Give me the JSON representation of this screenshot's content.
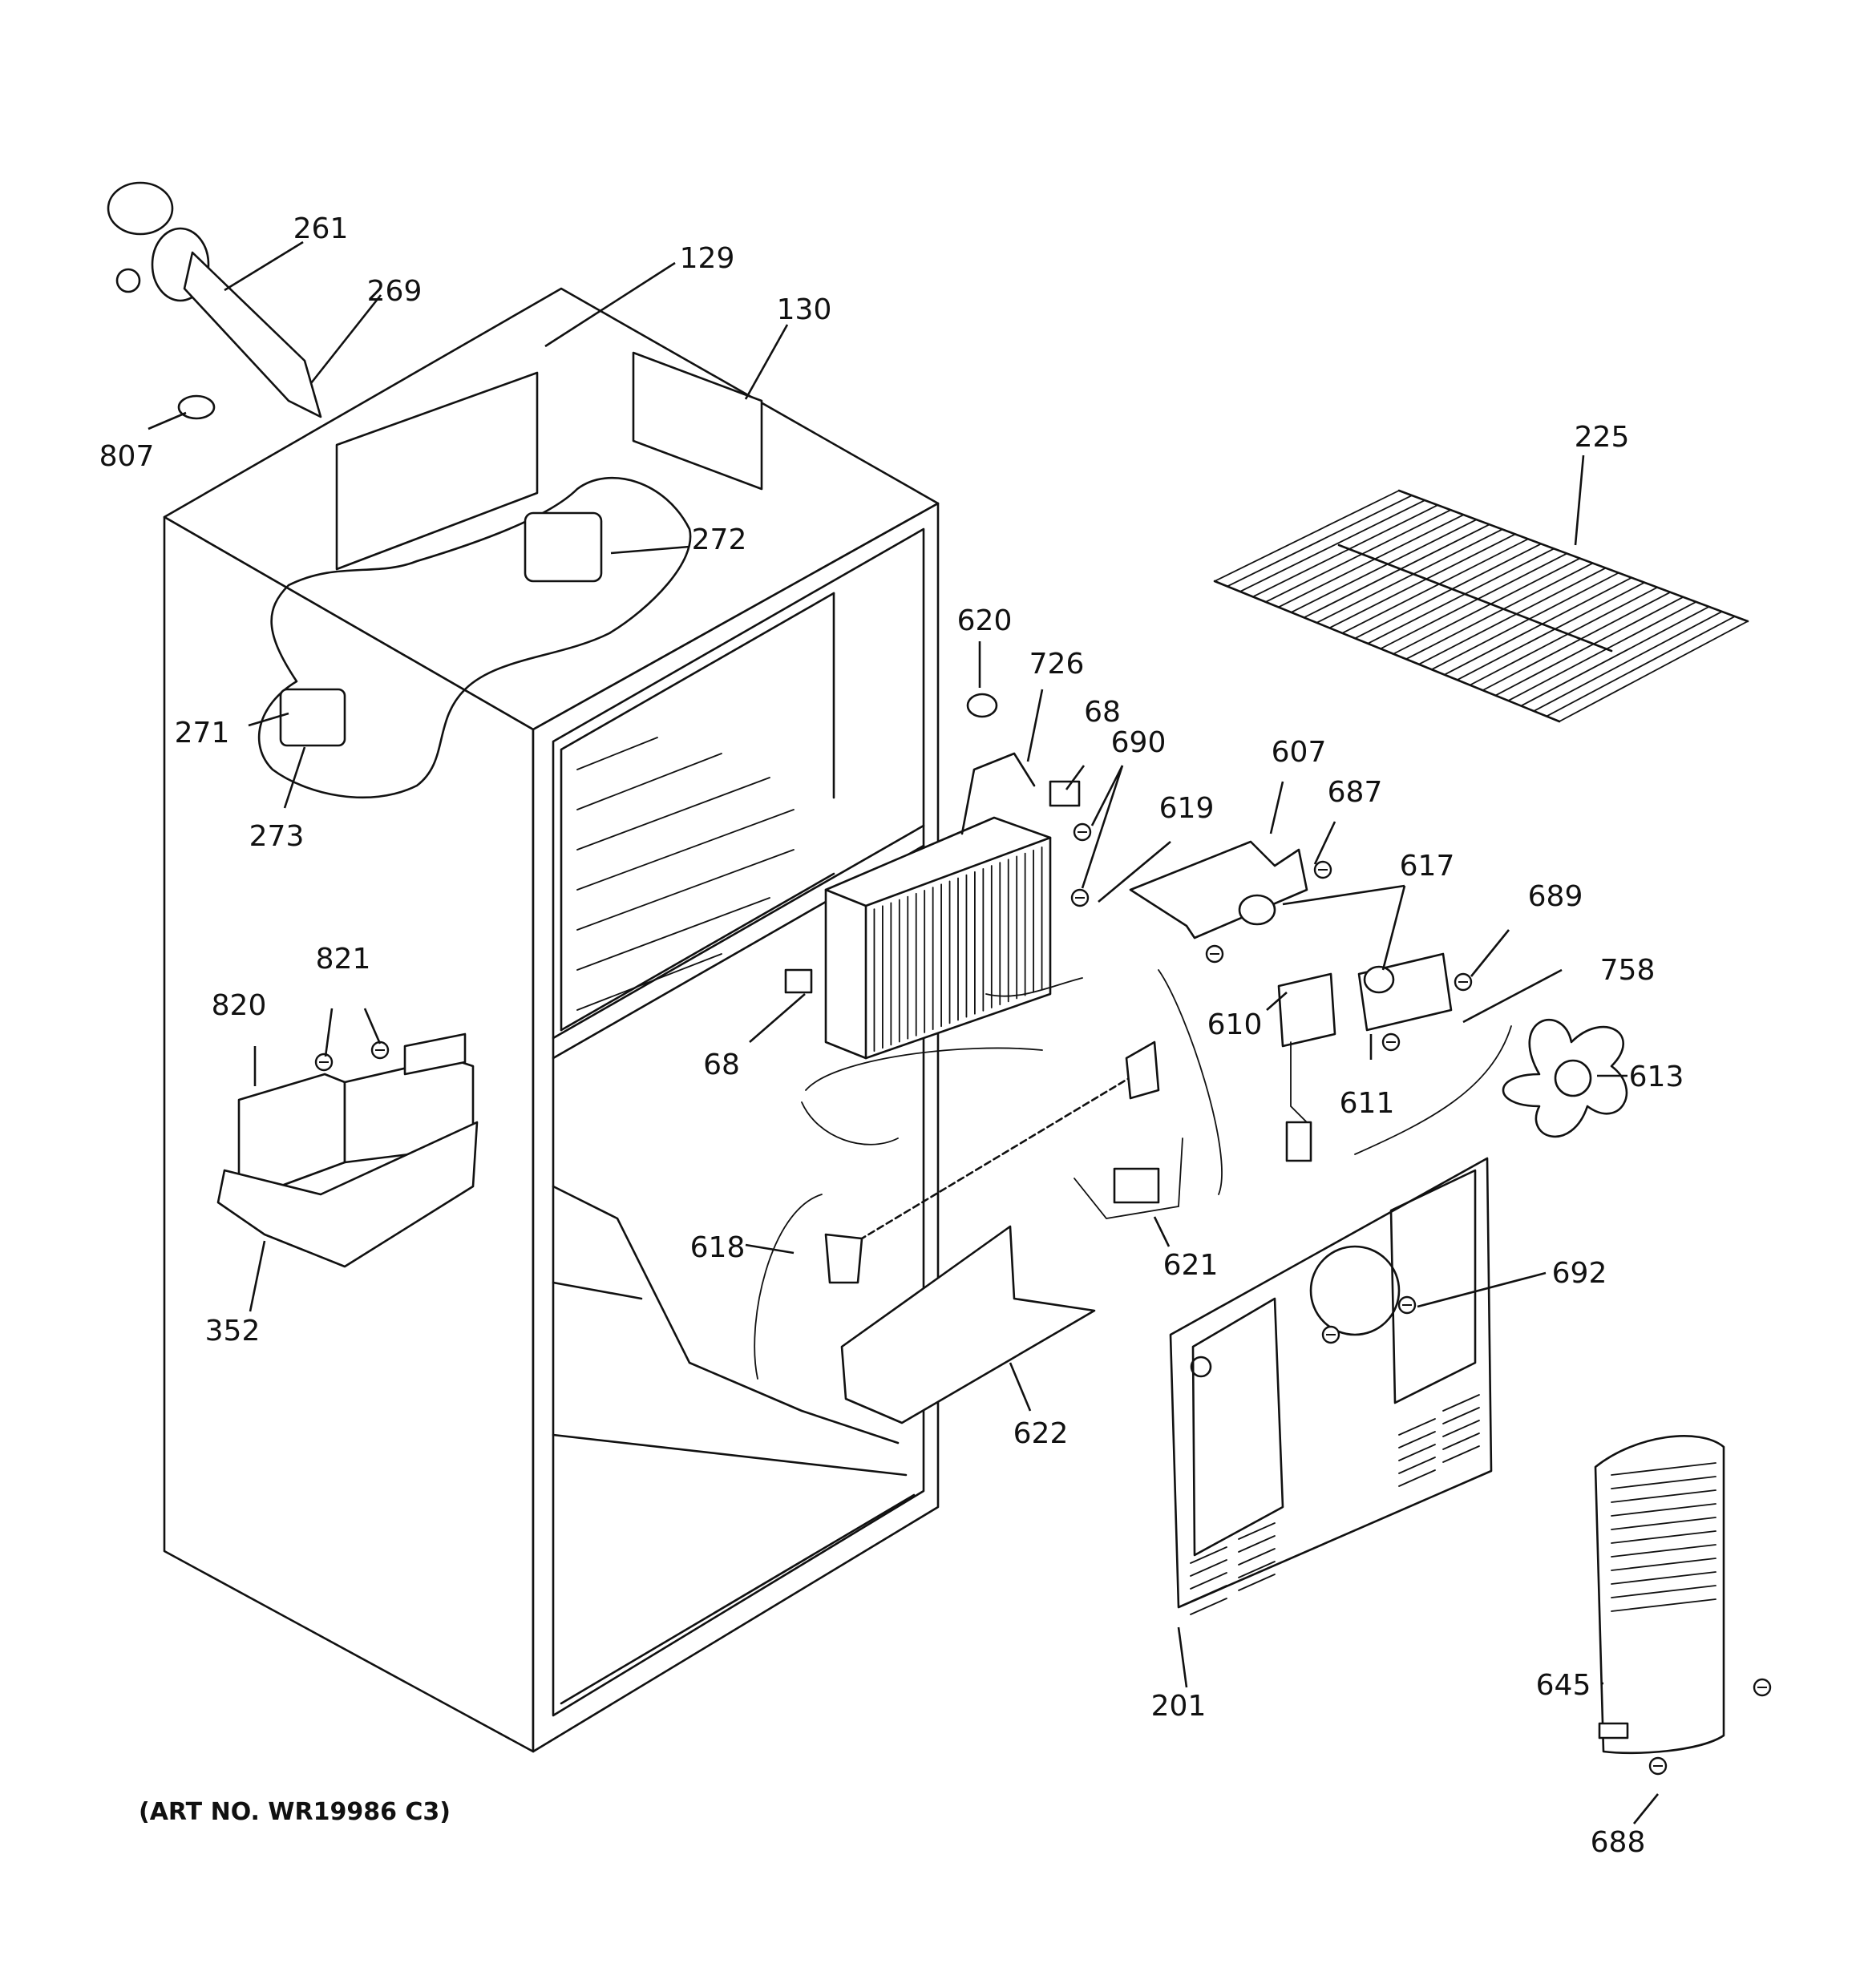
{
  "diagram": {
    "art_number": "(ART NO. WR19986 C3)",
    "callouts": [
      "261",
      "129",
      "269",
      "130",
      "807",
      "225",
      "272",
      "620",
      "726",
      "68",
      "690",
      "619",
      "607",
      "687",
      "617",
      "271",
      "273",
      "689",
      "758",
      "610",
      "611",
      "613",
      "68",
      "820",
      "821",
      "618",
      "621",
      "692",
      "352",
      "622",
      "645",
      "201",
      "688"
    ]
  }
}
